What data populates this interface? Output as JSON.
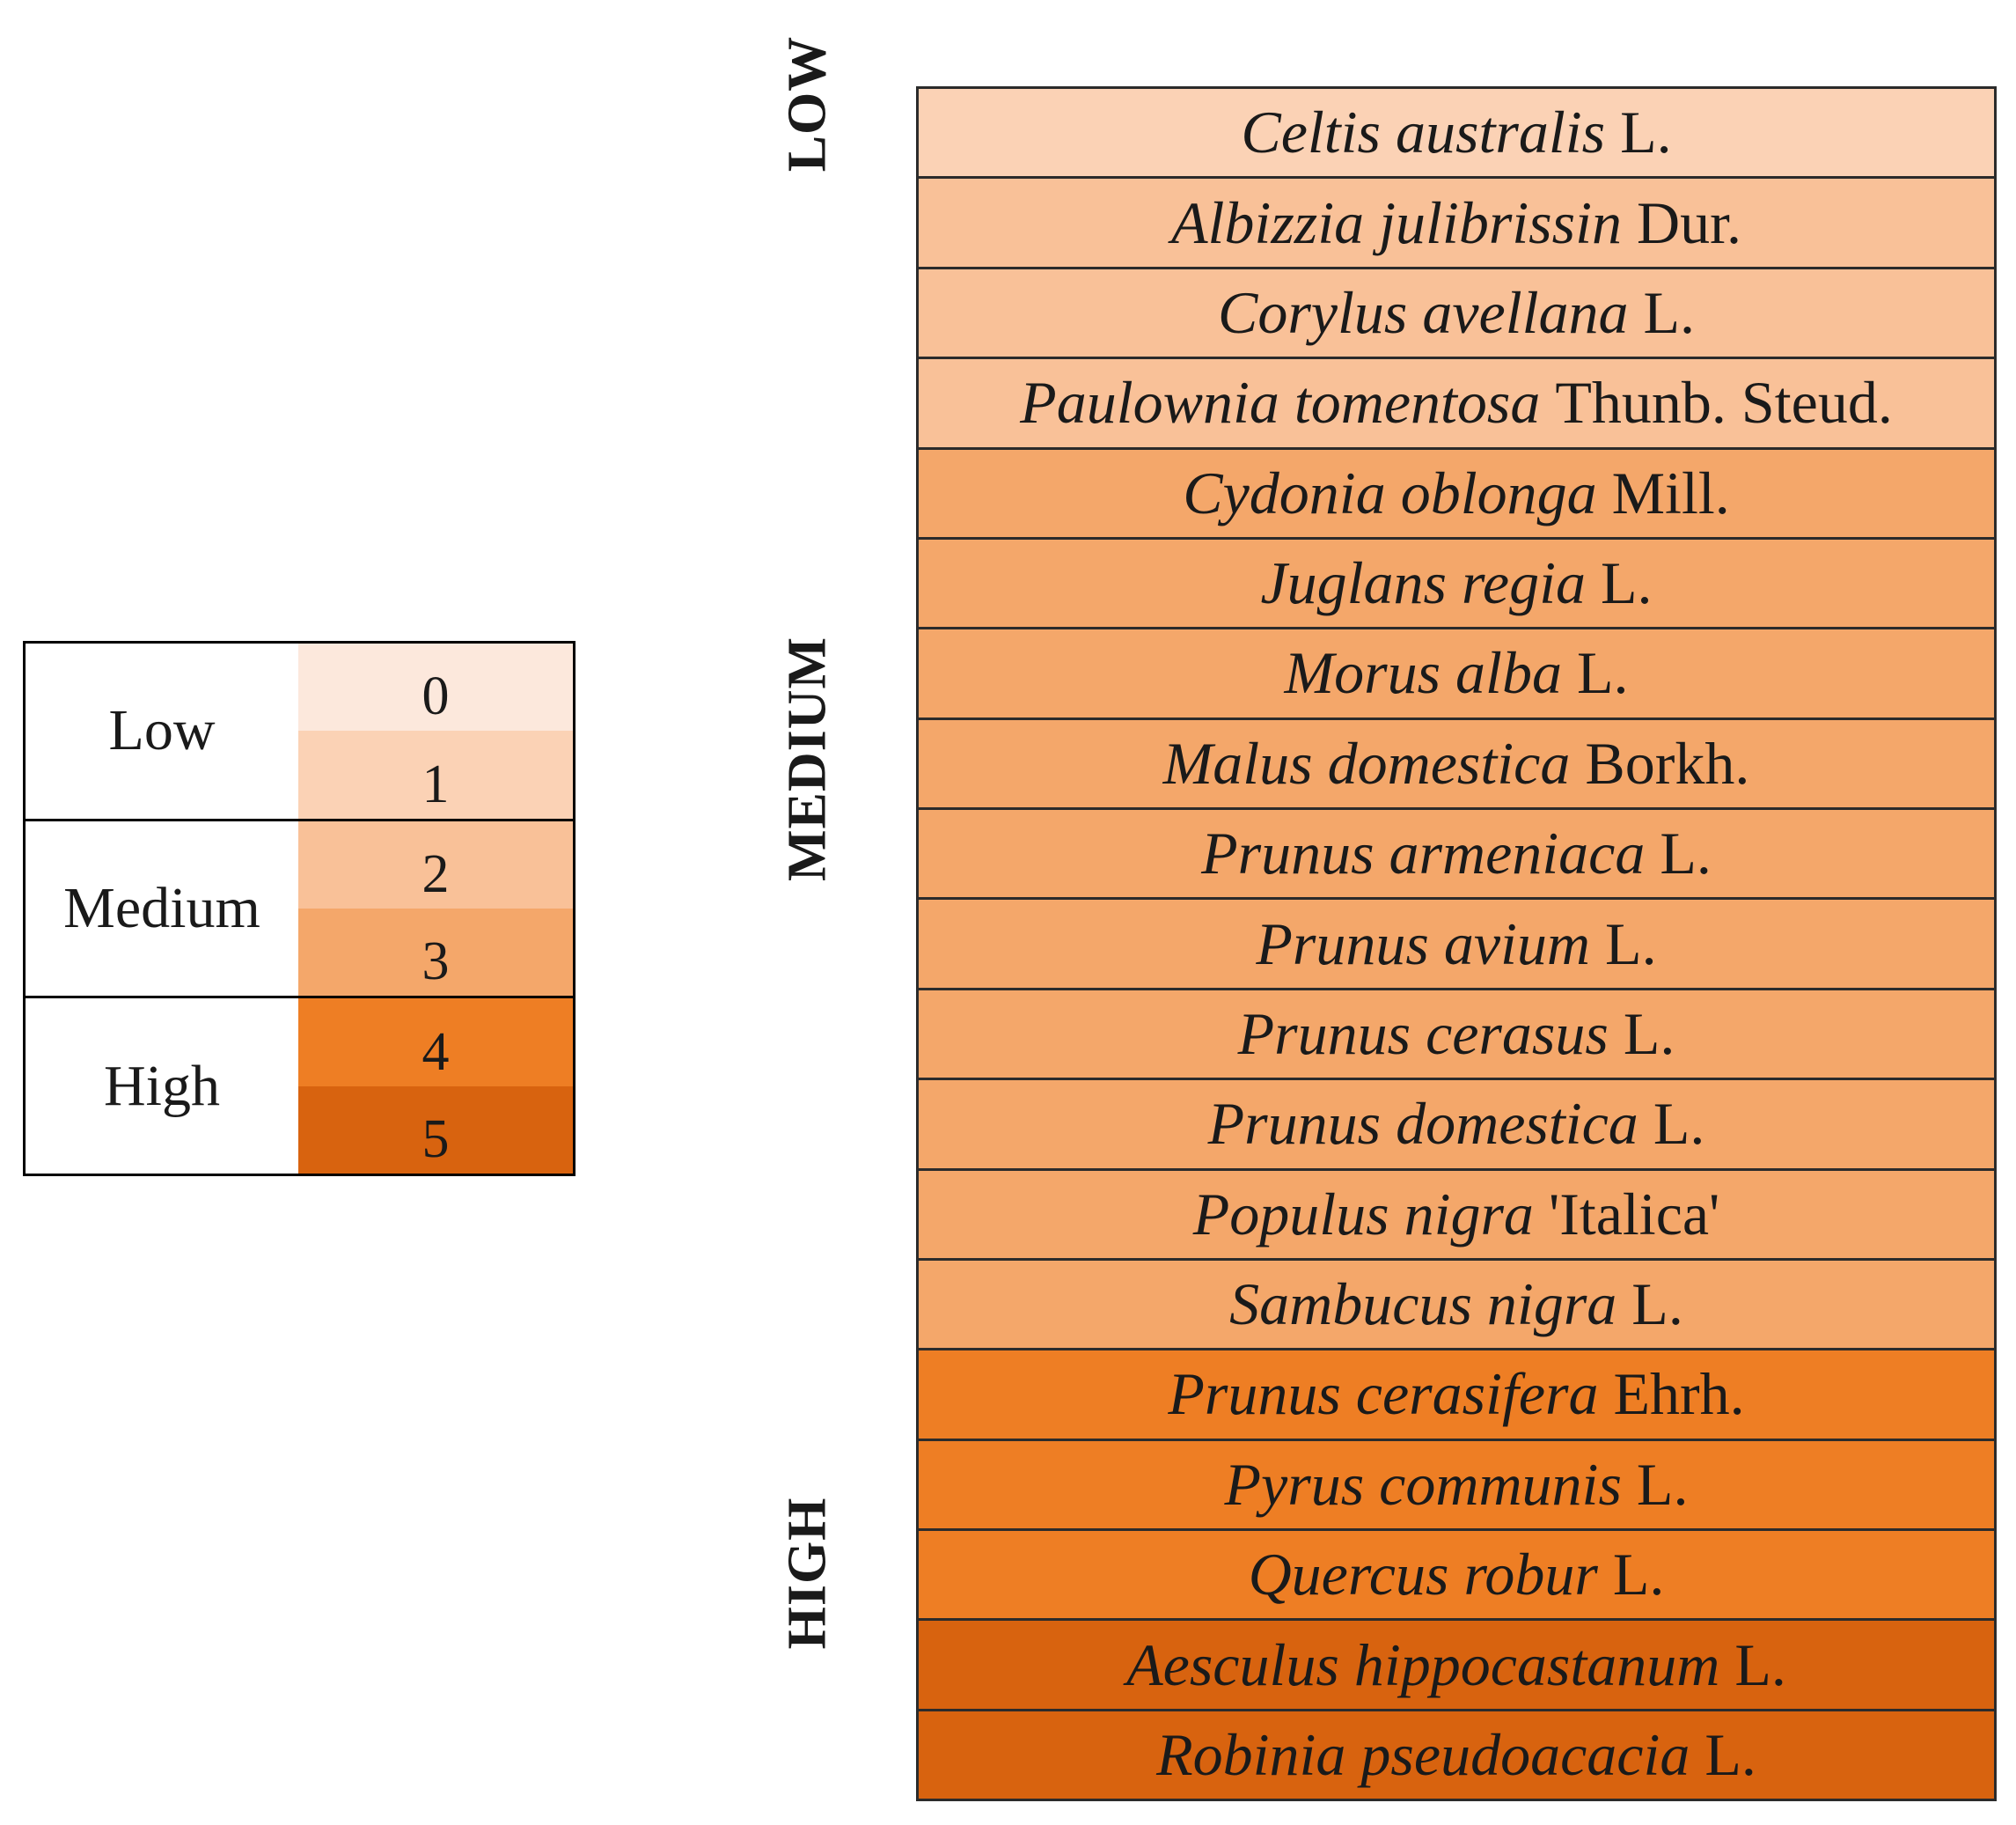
{
  "chart_data": {
    "type": "table",
    "legend": {
      "groups": [
        {
          "label": "Low",
          "levels": [
            0,
            1
          ]
        },
        {
          "label": "Medium",
          "levels": [
            2,
            3
          ]
        },
        {
          "label": "High",
          "levels": [
            4,
            5
          ]
        }
      ],
      "levels": [
        {
          "value": "0",
          "color": "#fce8dc"
        },
        {
          "value": "1",
          "color": "#fbd2b5"
        },
        {
          "value": "2",
          "color": "#f9c198"
        },
        {
          "value": "3",
          "color": "#f4a76a"
        },
        {
          "value": "4",
          "color": "#ee7e24"
        },
        {
          "value": "5",
          "color": "#d8630f"
        }
      ]
    },
    "group_labels": {
      "low": "LOW",
      "medium": "MEDIUM",
      "high": "HIGH"
    },
    "rows": [
      {
        "name": "Celtis australis",
        "author": " L.",
        "level": 1
      },
      {
        "name": "Albizzia julibrissin",
        "author": " Dur.",
        "level": 2
      },
      {
        "name": "Corylus avellana",
        "author": " L.",
        "level": 2
      },
      {
        "name": "Paulownia tomentosa",
        "author": " Thunb. Steud.",
        "level": 2
      },
      {
        "name": "Cydonia oblonga",
        "author": " Mill.",
        "level": 3
      },
      {
        "name": "Juglans regia",
        "author": " L.",
        "level": 3
      },
      {
        "name": "Morus alba",
        "author": " L.",
        "level": 3
      },
      {
        "name": "Malus domestica",
        "author": " Borkh.",
        "level": 3
      },
      {
        "name": "Prunus armeniaca",
        "author": " L.",
        "level": 3
      },
      {
        "name": "Prunus avium",
        "author": " L.",
        "level": 3
      },
      {
        "name": "Prunus cerasus",
        "author": " L.",
        "level": 3
      },
      {
        "name": "Prunus domestica",
        "author": " L.",
        "level": 3
      },
      {
        "name": "Populus nigra",
        "author": " 'Italica'",
        "level": 3
      },
      {
        "name": "Sambucus nigra",
        "author": " L.",
        "level": 3
      },
      {
        "name": "Prunus cerasifera",
        "author": " Ehrh.",
        "level": 4
      },
      {
        "name": "Pyrus communis",
        "author": " L.",
        "level": 4
      },
      {
        "name": "Quercus robur",
        "author": " L.",
        "level": 4
      },
      {
        "name": "Aesculus hippocastanum",
        "author": " L.",
        "level": 5
      },
      {
        "name": "Robinia pseudoacacia",
        "author": " L.",
        "level": 5
      }
    ]
  }
}
